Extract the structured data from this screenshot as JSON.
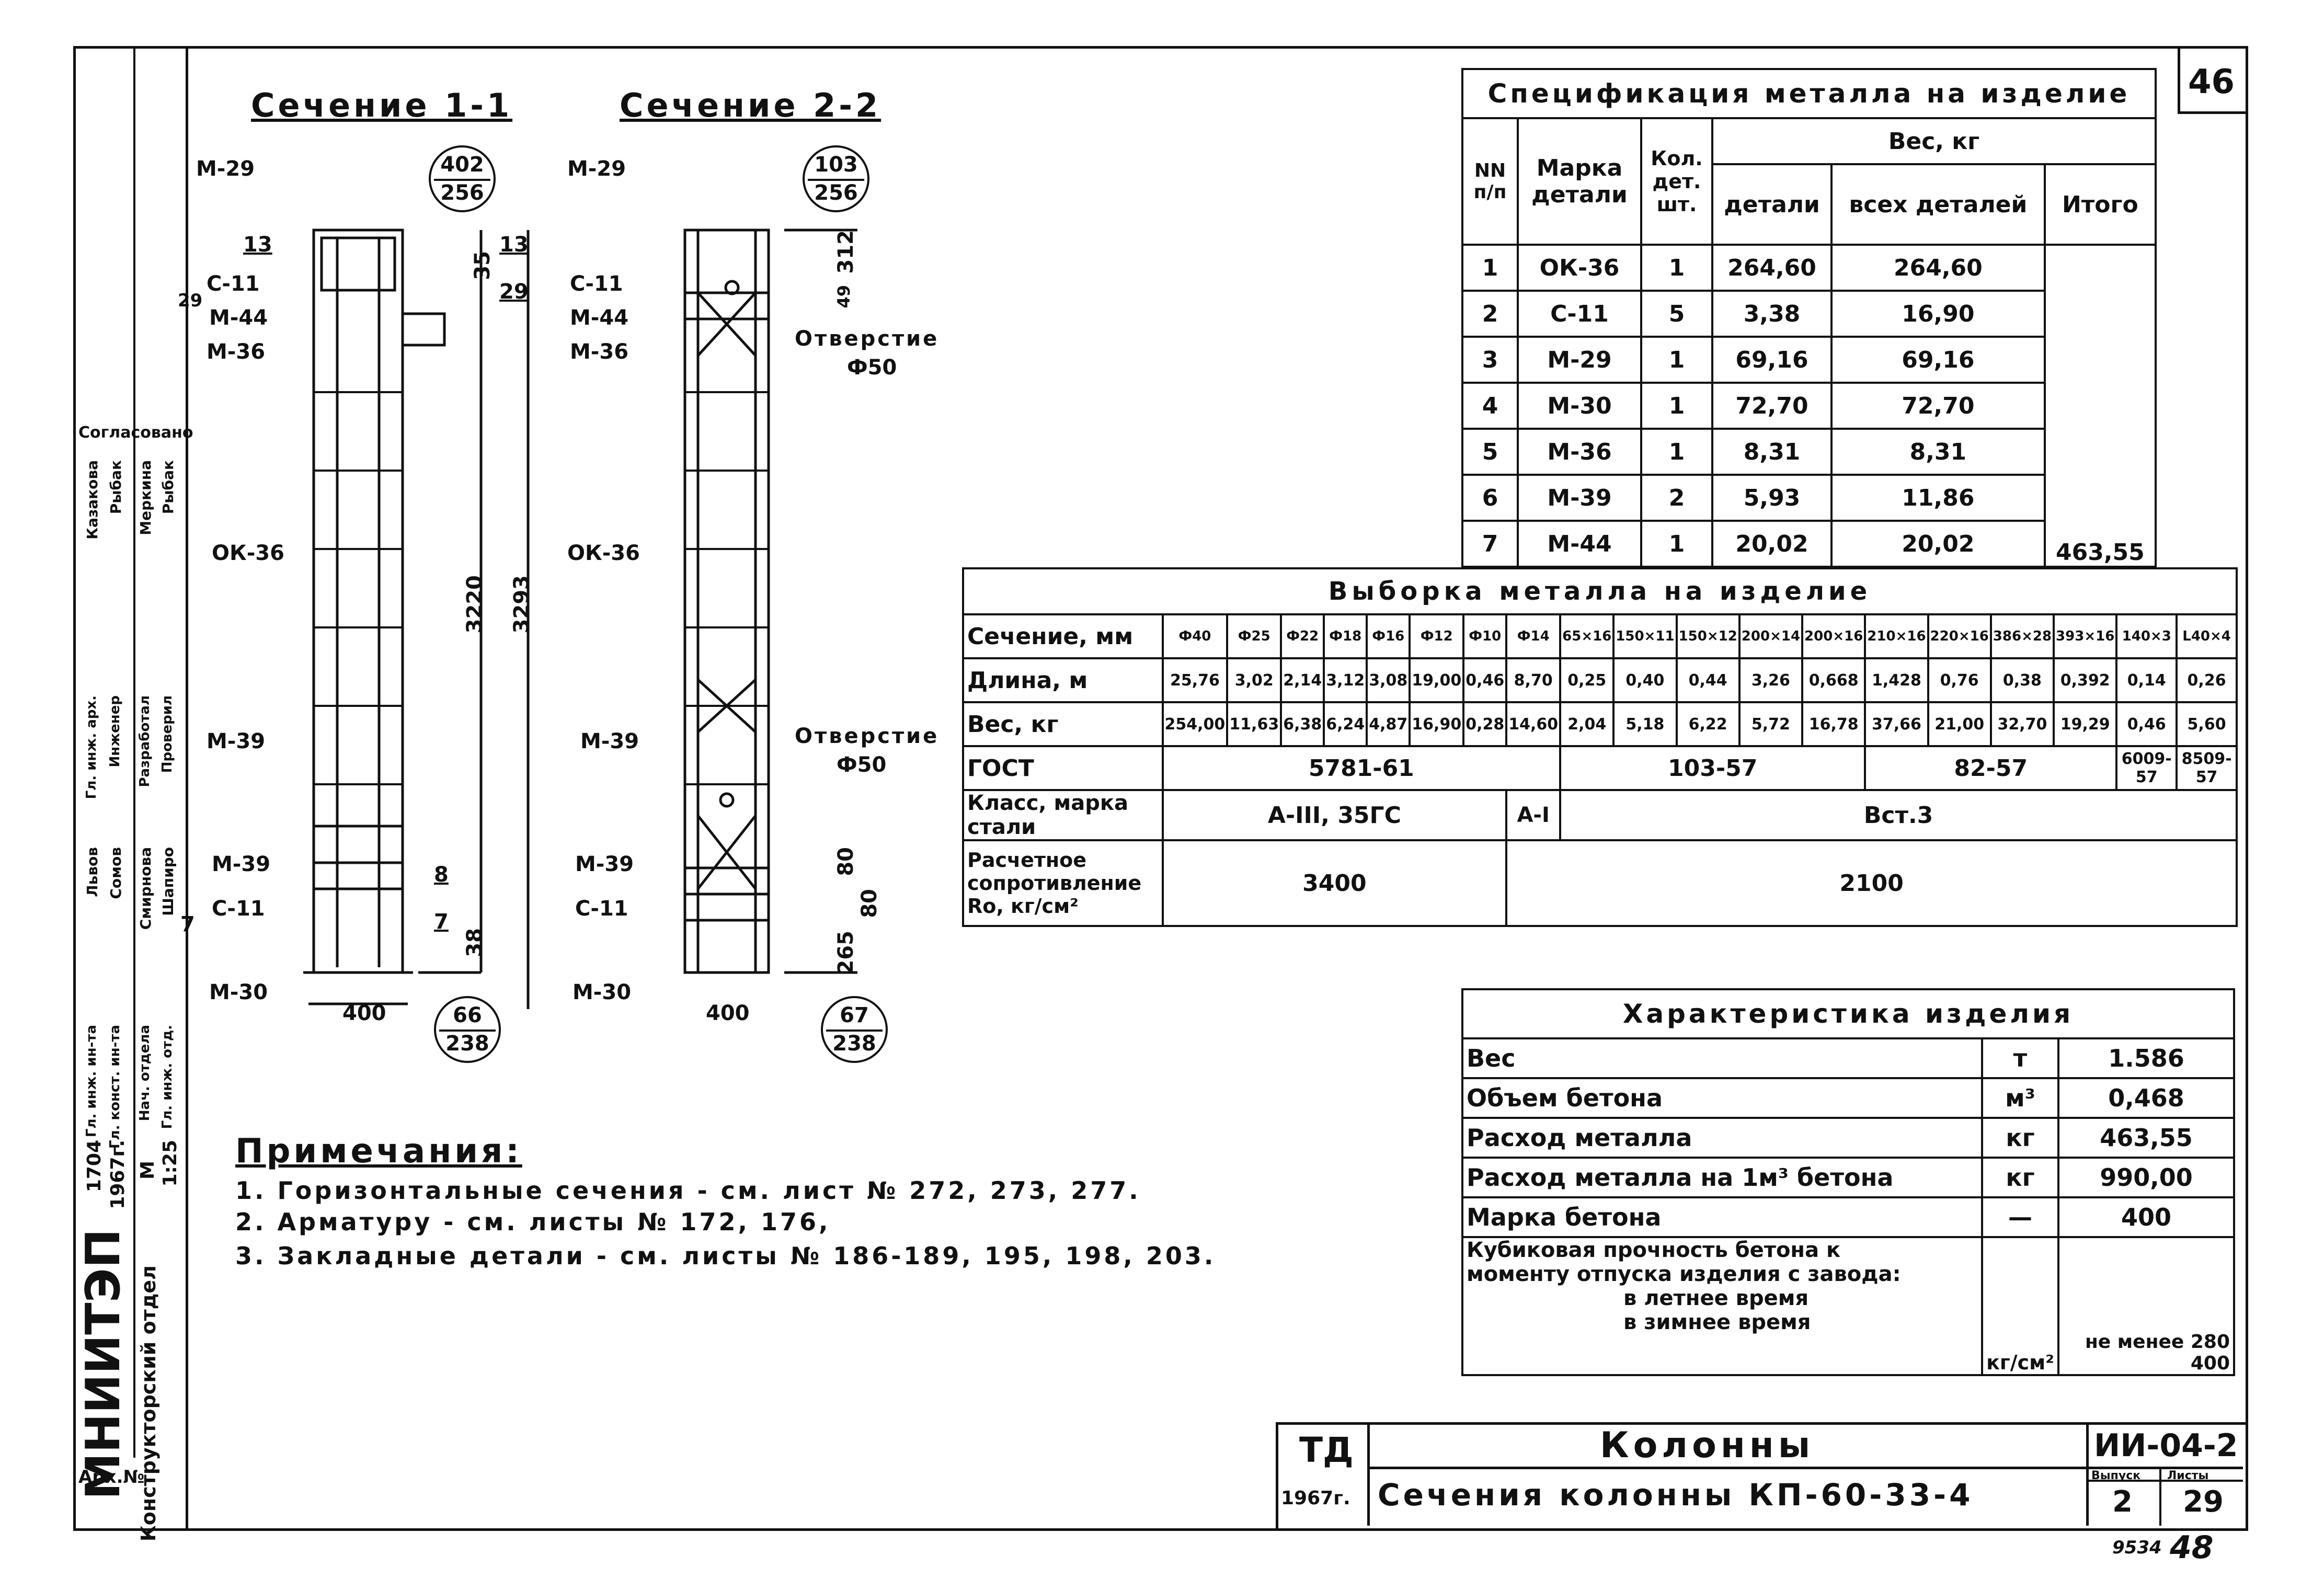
{
  "sheet_number_corner": "46",
  "sections": {
    "s1_title": "Сечение 1-1",
    "s2_title": "Сечение 2-2",
    "s1_labels": [
      "М-29",
      "С-11",
      "М-44",
      "М-36",
      "ОК-36",
      "М-39",
      "М-39",
      "С-11",
      "М-30"
    ],
    "s2_labels": [
      "М-29",
      "С-11",
      "М-44",
      "М-36",
      "ОК-36",
      "М-39",
      "М-39",
      "С-11",
      "М-30"
    ],
    "s1_dims": {
      "d13a": "13",
      "d13b": "13",
      "d29": "29",
      "d29side": "29",
      "d35": "35",
      "d3220": "3220",
      "d3293": "3293",
      "d8": "8",
      "d7a": "7",
      "d7b": "7",
      "d38": "38",
      "d400": "400"
    },
    "s2_dims": {
      "d312": "312",
      "d49": "49",
      "d80a": "80",
      "d80b": "80",
      "d265": "265",
      "d400": "400"
    },
    "opening": "Отверстие",
    "opening_dia": "Ф50",
    "opening2": "Отверстие",
    "opening2_dia": "Ф50",
    "circles": [
      {
        "top": "402",
        "bot": "256"
      },
      {
        "top": "103",
        "bot": "256"
      },
      {
        "top": "66",
        "bot": "238"
      },
      {
        "top": "67",
        "bot": "238"
      }
    ]
  },
  "notes": {
    "title": "Примечания:",
    "items": [
      "1. Горизонтальные сечения - см. лист № 272, 273, 277.",
      "2. Арматуру - см. листы № 172, 176,",
      "3. Закладные детали - см. листы № 186-189, 195, 198, 203."
    ]
  },
  "spec": {
    "title": "Спецификация металла на изделие",
    "h_nn": "NN п/п",
    "h_marka": "Марка детали",
    "h_kol": "Кол. дет. шт.",
    "h_ves": "Вес, кг",
    "h_det": "детали",
    "h_all": "всех деталей",
    "h_itogo": "Итого",
    "rows": [
      [
        "1",
        "ОК-36",
        "1",
        "264,60",
        "264,60"
      ],
      [
        "2",
        "С-11",
        "5",
        "3,38",
        "16,90"
      ],
      [
        "3",
        "М-29",
        "1",
        "69,16",
        "69,16"
      ],
      [
        "4",
        "М-30",
        "1",
        "72,70",
        "72,70"
      ],
      [
        "5",
        "М-36",
        "1",
        "8,31",
        "8,31"
      ],
      [
        "6",
        "М-39",
        "2",
        "5,93",
        "11,86"
      ],
      [
        "7",
        "М-44",
        "1",
        "20,02",
        "20,02"
      ]
    ],
    "itogo": "463,55"
  },
  "vyborka": {
    "title": "Выборка металла на изделие",
    "row_section": "Сечение, мм",
    "row_length": "Длина, м",
    "row_weight": "Вес, кг",
    "row_gost": "ГОСТ",
    "row_class": "Класс, марка стали",
    "row_resist": "Расчетное сопротивление Ro, кг/см²",
    "sections": [
      "Ф40",
      "Ф25",
      "Ф22",
      "Ф18",
      "Ф16",
      "Ф12",
      "Ф10",
      "Ф14",
      "65×16",
      "150×11",
      "150×12",
      "200×14",
      "200×16",
      "210×16",
      "220×16",
      "386×28",
      "393×16",
      "140×3",
      "L40×4"
    ],
    "lengths": [
      "25,76",
      "3,02",
      "2,14",
      "3,12",
      "3,08",
      "19,00",
      "0,46",
      "8,70",
      "0,25",
      "0,40",
      "0,44",
      "3,26",
      "0,668",
      "1,428",
      "0,76",
      "0,38",
      "0,392",
      "0,14",
      "0,26"
    ],
    "weights": [
      "254,00",
      "11,63",
      "6,38",
      "6,24",
      "4,87",
      "16,90",
      "0,28",
      "14,60",
      "2,04",
      "5,18",
      "6,22",
      "5,72",
      "16,78",
      "37,66",
      "21,00",
      "32,70",
      "19,29",
      "0,46",
      "5,60"
    ],
    "gost": [
      "5781-61",
      "103-57",
      "82-57",
      "6009-57",
      "8509-57"
    ],
    "class": [
      "А-III, 35ГС",
      "А-I",
      "Вст.3"
    ],
    "resist": [
      "3400",
      "2100"
    ]
  },
  "character": {
    "title": "Характеристика изделия",
    "rows": [
      [
        "Вес",
        "т",
        "1.586"
      ],
      [
        "Объем бетона",
        "м³",
        "0,468"
      ],
      [
        "Расход металла",
        "кг",
        "463,55"
      ],
      [
        "Расход металла на 1м³ бетона",
        "кг",
        "990,00"
      ],
      [
        "Марка бетона",
        "—",
        "400"
      ]
    ],
    "cube_label": "Кубиковая прочность бетона к моменту отпуска изделия с завода:",
    "summer": "в летнее время",
    "winter": "в зимнее время",
    "cube_unit": "кг/см²",
    "cube_summer": "не менее 280",
    "cube_winter": "400"
  },
  "titleblock": {
    "td": "ТД",
    "year": "1967г.",
    "name": "Колонны",
    "subtitle": "Сечения колонны КП-60-33-4",
    "code": "ИИ-04-2",
    "vypusk_label": "Выпуск",
    "vypusk": "2",
    "list_label": "Листы",
    "list": "29",
    "bottom_num1": "9534",
    "bottom_num2": "48"
  },
  "sidebar": {
    "org": "МНИИТЭП",
    "dept": "Конструкторский отдел",
    "agreed": "Согласовано",
    "arch": "Арх.№",
    "num": "1704",
    "year": "1967г.",
    "scale_m": "М",
    "scale": "1:25",
    "roles": [
      "Гл. инж. ин-та",
      "Гл. конст. ин-та",
      "Нач. отдела",
      "Гл. инж. отд.",
      "Гл. инж. арх.",
      "Инженер",
      "Разработал",
      "Проверил"
    ],
    "names": [
      "Львов",
      "Сомов",
      "Смирнова",
      "Шапиро",
      "Казакова",
      "Рыбак",
      "Меркина",
      "Рыбак"
    ]
  }
}
